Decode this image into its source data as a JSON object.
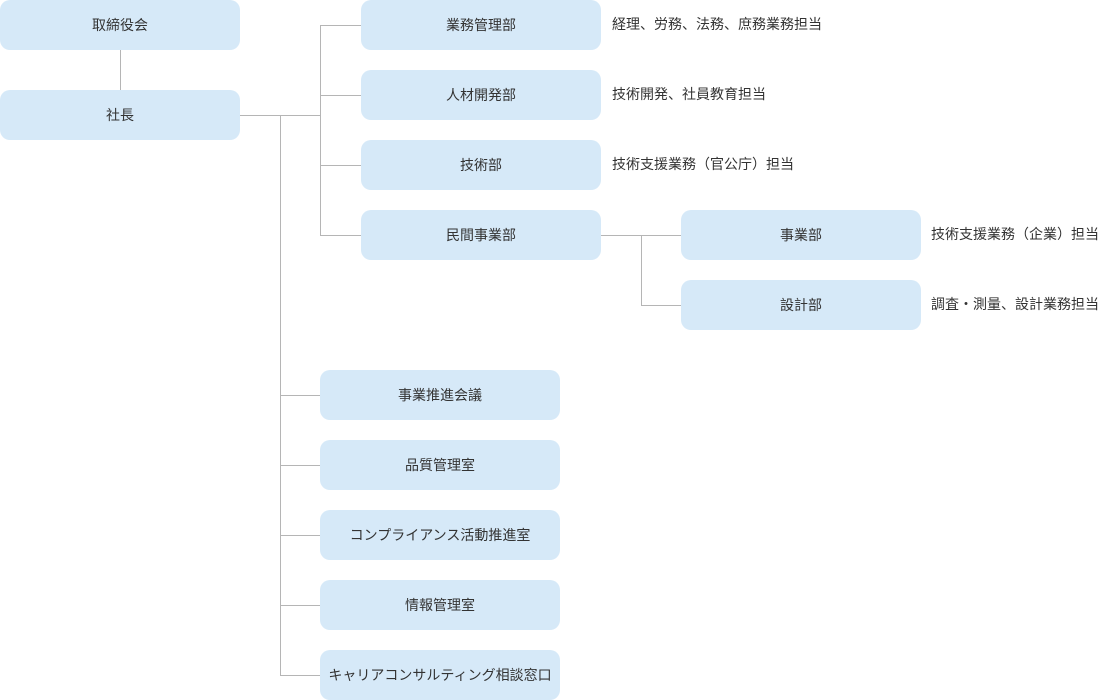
{
  "org": {
    "board": "取締役会",
    "president": "社長",
    "departments": [
      {
        "label": "業務管理部",
        "desc": "経理、労務、法務、庶務業務担当"
      },
      {
        "label": "人材開発部",
        "desc": "技術開発、社員教育担当"
      },
      {
        "label": "技術部",
        "desc": "技術支援業務（官公庁）担当"
      },
      {
        "label": "民間事業部",
        "desc": ""
      }
    ],
    "sub_departments": [
      {
        "label": "事業部",
        "desc": "技術支援業務（企業）担当"
      },
      {
        "label": "設計部",
        "desc": "調査・測量、設計業務担当"
      }
    ],
    "offices": [
      {
        "label": "事業推進会議"
      },
      {
        "label": "品質管理室"
      },
      {
        "label": "コンプライアンス活動推進室"
      },
      {
        "label": "情報管理室"
      },
      {
        "label": "キャリアコンサルティング相談窓口"
      }
    ]
  },
  "colors": {
    "box_fill": "#d6e9f8",
    "connector": "#b5b5b5",
    "text": "#333333"
  }
}
